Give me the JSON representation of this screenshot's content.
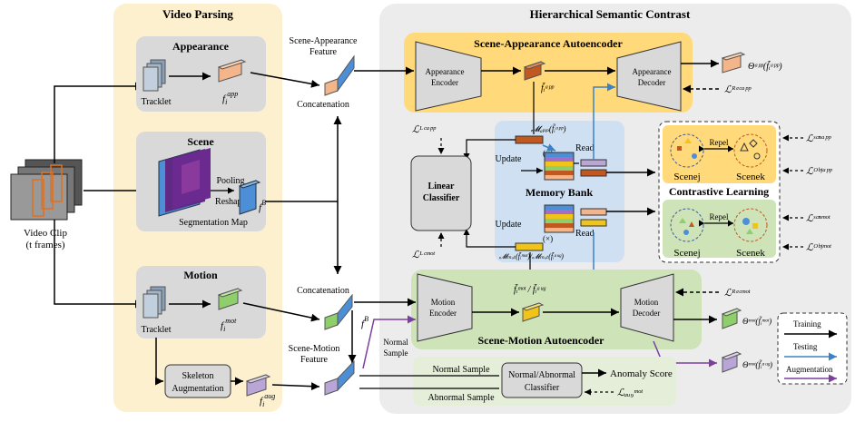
{
  "sections": {
    "video_parsing": "Video Parsing",
    "hierarchical": "Hierarchical Semantic Contrast"
  },
  "input": {
    "line1": "Video Clip",
    "line2": "(t frames)"
  },
  "appearance_box": {
    "title": "Appearance",
    "tracklet": "Tracklet",
    "feat_base": "f",
    "feat_sub": "i",
    "feat_sup": "app"
  },
  "scene_box": {
    "title": "Scene",
    "pooling": "Pooling",
    "reshape": "Reshape",
    "seg_map": "Segmentation Map",
    "feat_base": "f",
    "feat_sup": "B"
  },
  "motion_box": {
    "title": "Motion",
    "tracklet": "Tracklet",
    "feat_base": "f",
    "feat_sub": "i",
    "feat_sup": "mot"
  },
  "skeleton": {
    "line1": "Skeleton",
    "line2": "Augmentation",
    "feat_base": "f",
    "feat_sub": "i",
    "feat_sup": "aug"
  },
  "concat": {
    "scene_app_line1": "Scene-Appearance",
    "scene_app_line2": "Feature",
    "concat_top": "Concatenation",
    "concat_mid": "Concatenation",
    "scene_mot_line1": "Scene-Motion",
    "scene_mot_line2": "Feature",
    "fB_base": "f",
    "fB_sup": "B",
    "normal_line1": "Normal",
    "normal_line2": "Sample"
  },
  "sa_autoencoder": {
    "title": "Scene-Appearance Autoencoder",
    "encoder_line1": "Appearance",
    "encoder_line2": "Encoder",
    "decoder_line1": "Appearance",
    "decoder_line2": "Decoder",
    "latent": "f̃ᵢᵃᵖᵖ",
    "output": "Θᵃᵖᵖ(f̃ᵢᵃᵖᵖ)",
    "loss": "ℒᴿᵉᶜᵃᵖᵖ"
  },
  "memory": {
    "title": "Memory Bank",
    "read_top": "Read",
    "read_bottom": "Read",
    "update_top": "Update",
    "update_bottom": "Update",
    "times": "(×)",
    "m_app": "𝓜ₐₚₚ(f̃ᵢᵃᵖᵖ)",
    "m_mot": "𝓜ₘₒₜ(f̃ᵢᵐᵒᵗ)/𝓜ₘₒₜ(f̃ᵢᵃᵘᵍ)"
  },
  "linear_classifier": {
    "line1": "Linear",
    "line2": "Classifier",
    "loss_top": "ℒᴸᶜᵃᵖᵖ",
    "loss_bottom": "ℒᴸᶜᵐᵒᵗ"
  },
  "contrastive": {
    "title": "Contrastive Learning",
    "repel_top": "Repel",
    "repel_bottom": "Repel",
    "scene_j": "Scenej",
    "scene_k": "Scenek",
    "loss_scn_app": "ℒˢᶜⁿᵃᵖᵖ",
    "loss_obj_app": "ℒᴼᵇʲᵃᵖᵖ",
    "loss_scn_mot": "ℒˢᶜⁿᵐᵒᵗ",
    "loss_obj_mot": "ℒᴼᵇʲᵐᵒᵗ"
  },
  "sm_autoencoder": {
    "title": "Scene-Motion Autoencoder",
    "encoder_line1": "Motion",
    "encoder_line2": "Encoder",
    "decoder_line1": "Motion",
    "decoder_line2": "Decoder",
    "latent": "f̃ᵢᵐᵒᵗ / f̃ᵢᵃᵘᵍ",
    "output_mot": "Θᵐᵒᵗ(f̃ᵢᵐᵒᵗ)",
    "output_aug": "Θᵐᵒᵗ(f̃ᵢᵃᵘᵍ)",
    "loss": "ℒᴿᵉᶜᵐᵒᵗ"
  },
  "anomaly": {
    "normal_sample": "Normal Sample",
    "abnormal_sample": "Abnormal Sample",
    "classifier_line1": "Normal/Abnormal",
    "classifier_line2": "Classifier",
    "score": "Anomaly Score",
    "loss": "ℒₐᵤ₉ᵐᵒᵗ"
  },
  "legend": {
    "training": "Training",
    "testing": "Testing",
    "augmentation": "Augmentation"
  },
  "colors": {
    "parsing_bg": "#fdf0cf",
    "right_bg": "#ececec",
    "gray_box": "#d9d9d9",
    "sa_bg": "#ffd97a",
    "sm_bg": "#cfe3b8",
    "memory_bg": "#cfe0f2",
    "anomaly_bg": "#e4eed9",
    "testing": "#3b82c4",
    "augmentation": "#7b3fa0",
    "app_feat": "#f4b58a",
    "mot_feat": "#8fcf6b",
    "aug_feat": "#b9a6d6",
    "fB": "#4d8fd6",
    "latent_app": "#c0581f",
    "latent_mot": "#f0c419"
  }
}
